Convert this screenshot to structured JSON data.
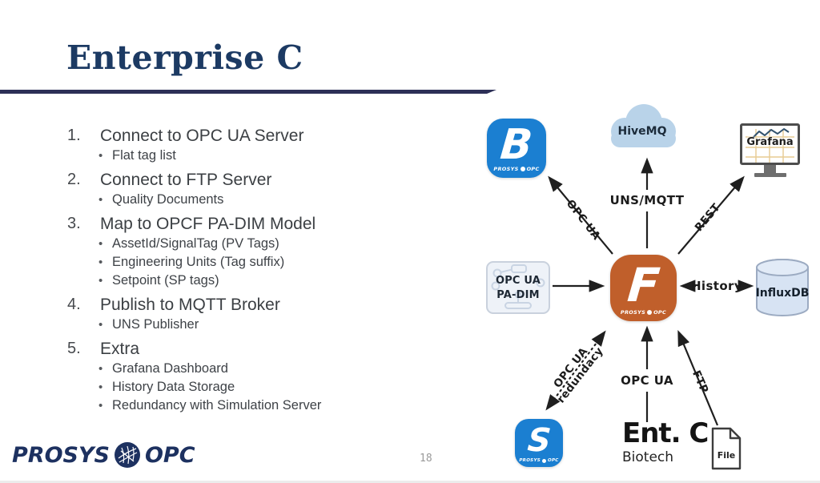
{
  "slide": {
    "title": "Enterprise C",
    "page_number": "18",
    "accent_navy": "#1c3a63",
    "rule_color": "#2d3057"
  },
  "list": {
    "items": [
      {
        "num": "1.",
        "label": "Connect to OPC UA Server",
        "subs": [
          "Flat tag list"
        ]
      },
      {
        "num": "2.",
        "label": "Connect to FTP Server",
        "subs": [
          "Quality Documents"
        ]
      },
      {
        "num": "3.",
        "label": "Map to OPCF PA-DIM Model",
        "subs": [
          "AssetId/SignalTag (PV Tags)",
          "Engineering Units (Tag suffix)",
          "Setpoint (SP tags)"
        ]
      },
      {
        "num": "4.",
        "label": "Publish to MQTT Broker",
        "subs": [
          "UNS Publisher"
        ]
      },
      {
        "num": "5.",
        "label": "Extra",
        "subs": [
          "Grafana Dashboard",
          "History Data Storage",
          "Redundancy with Simulation Server"
        ]
      }
    ]
  },
  "logo": {
    "prosys": "PROSYS",
    "opc": "OPC",
    "color": "#1d3160"
  },
  "diagram": {
    "nodes": {
      "b_app": {
        "letter": "B",
        "brand_left": "PROSYS",
        "brand_right": "OPC",
        "color": "#1b7fd1"
      },
      "hivemq": {
        "label": "HiveMQ",
        "color": "#b9d3e9"
      },
      "grafana": {
        "label": "Grafana"
      },
      "padim": {
        "line1": "OPC UA",
        "line2": "PA-DIM"
      },
      "f_app": {
        "letter": "F",
        "brand_left": "PROSYS",
        "brand_right": "OPC",
        "color": "#c05f2b"
      },
      "influxdb": {
        "label": "InfluxDB"
      },
      "s_app": {
        "letter": "S",
        "brand_left": "PROSYS",
        "brand_right": "OPC",
        "color": "#1b7fd1"
      },
      "entc": {
        "title": "Ent. C",
        "subtitle": "Biotech"
      },
      "file": {
        "label": "File"
      }
    },
    "edges": {
      "opcua_b": "OPC UA",
      "uns_mqtt": "UNS/MQTT",
      "rest": "REST",
      "history": "History",
      "redundancy_line1": "OPC UA",
      "redundancy_line2": "redundacy",
      "opcua_entc": "OPC UA",
      "ftp": "FTP"
    }
  }
}
